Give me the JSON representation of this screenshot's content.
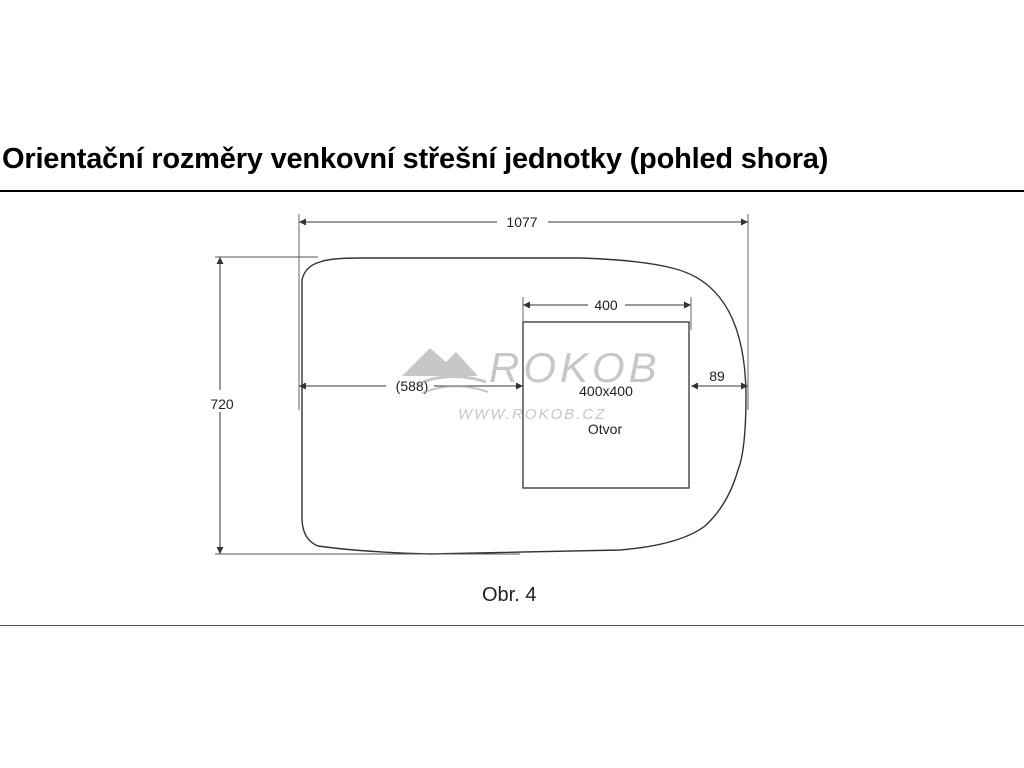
{
  "title": "Orientační rozměry venkovní střešní jednotky (pohled shora)",
  "dimensions": {
    "overall_width": "1077",
    "overall_depth": "720",
    "opening_width": "400",
    "offset_left": "(588)",
    "offset_right": "89"
  },
  "opening": {
    "size": "400x400",
    "label": "Otvor"
  },
  "watermark": {
    "brand": "ROKOB",
    "url": "WWW.ROKOB.CZ"
  },
  "caption": "Obr. 4"
}
